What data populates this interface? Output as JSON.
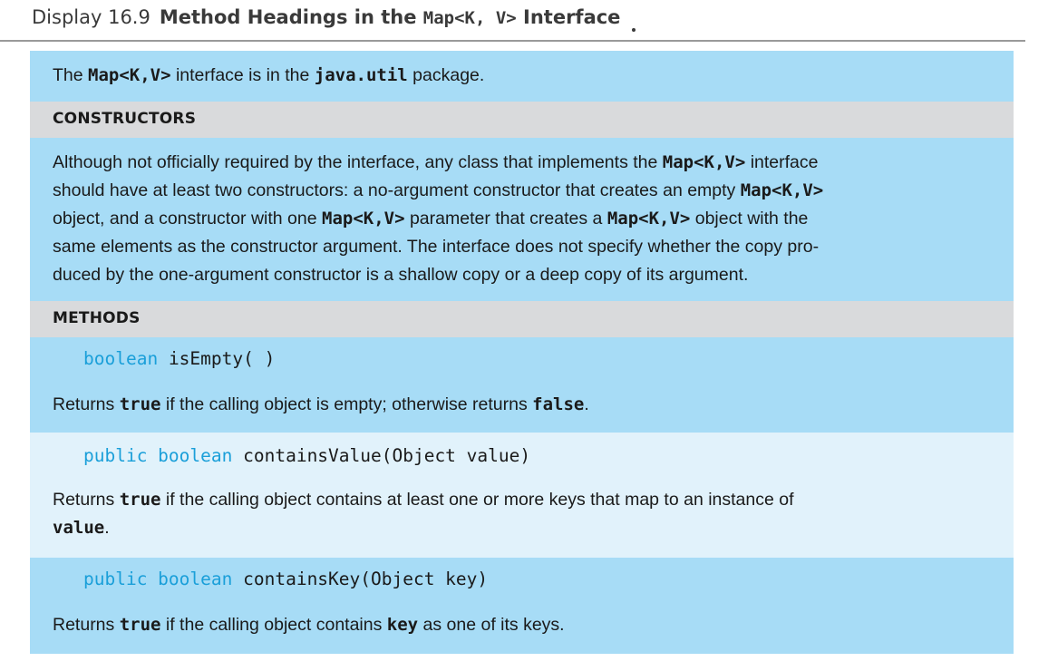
{
  "header": {
    "number": "Display 16.9",
    "title_pre": "Method Headings in the ",
    "title_code": "Map<K, V>",
    "title_post": " Interface"
  },
  "intro": {
    "pre": "The ",
    "code1": "Map<K,V>",
    "mid": " interface is in the ",
    "code2": "java.util",
    "post": " package."
  },
  "constructors": {
    "label": "CONSTRUCTORS",
    "lines": [
      [
        "Although not officially required by the interface, any class that implements the ",
        "Map<K,V>",
        " interface"
      ],
      [
        "should have at least two constructors: a no-argument constructor that creates an empty ",
        "Map<K,V>",
        ""
      ],
      [
        "object, and a constructor with one ",
        "Map<K,V>",
        " parameter that creates a ",
        "Map<K,V>",
        " object with the"
      ],
      [
        "same elements as the constructor argument. The interface does not specify whether the copy pro-"
      ],
      [
        "duced by the one-argument constructor is a shallow copy or a deep copy of its argument."
      ]
    ]
  },
  "methods": {
    "label": "METHODS",
    "items": [
      {
        "keywords": "boolean",
        "signature": "isEmpty( )",
        "desc": [
          [
            "Returns ",
            "true",
            " if the calling object is empty; otherwise returns ",
            "false",
            "."
          ]
        ]
      },
      {
        "keywords": "public boolean",
        "signature": "containsValue(Object value)",
        "desc": [
          [
            "Returns ",
            "true",
            " if the calling object contains at least one or more keys that map to an instance of"
          ],
          [
            "",
            "value",
            "."
          ]
        ]
      },
      {
        "keywords": "public boolean",
        "signature": "containsKey(Object key)",
        "desc": [
          [
            "Returns ",
            "true",
            " if the calling object contains ",
            "key",
            " as one of its keys."
          ]
        ]
      }
    ]
  },
  "colors": {
    "blue_row": "#a7dcf6",
    "light_row": "#e1f2fb",
    "section_row": "#d9dadc",
    "keyword": "#1a9fd9"
  }
}
